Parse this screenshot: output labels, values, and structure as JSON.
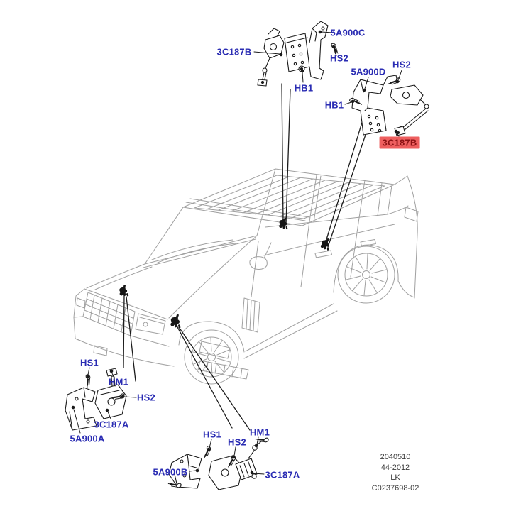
{
  "colors": {
    "background": "#ffffff",
    "label_text": "#2a2cb3",
    "highlight_background": "#ee5f5f",
    "highlight_text": "#8c1214",
    "part_line": "#1b1b1b",
    "car_line": "#a0a0a0",
    "footer_text": "#3c3c3c"
  },
  "icons": {
    "mounting_clip": "mounting-clip-icon",
    "screw": "screw-icon",
    "ball_joint": "ball-joint-icon"
  },
  "callouts": [
    {
      "text": "3C187B"
    },
    {
      "text": "5A900C"
    },
    {
      "text": "HS2"
    },
    {
      "text": "HB1"
    },
    {
      "text": "5A900D"
    },
    {
      "text": "HS2"
    },
    {
      "text": "HB1"
    },
    {
      "text": "3C187B"
    },
    {
      "text": "HS1"
    },
    {
      "text": "HM1"
    },
    {
      "text": "HS2"
    },
    {
      "text": "3C187A"
    },
    {
      "text": "5A900A"
    },
    {
      "text": "HS1"
    },
    {
      "text": "HS2"
    },
    {
      "text": "HM1"
    },
    {
      "text": "5A900B"
    },
    {
      "text": "3C187A"
    }
  ],
  "footer": {
    "lines": [
      "2040510",
      "44-2012",
      "LK",
      "C0237698-02"
    ]
  }
}
